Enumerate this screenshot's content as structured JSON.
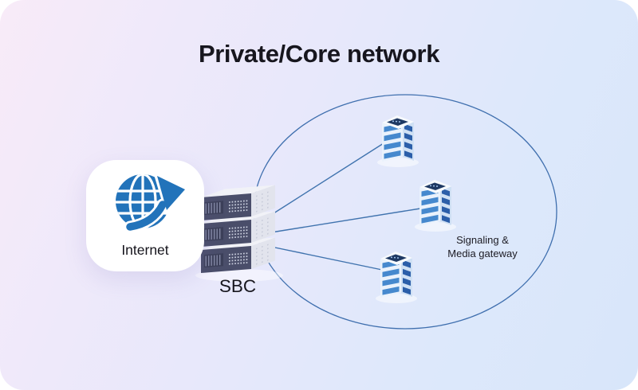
{
  "title": "Private/Core network",
  "internet_node": {
    "label": "Internet",
    "icon": "globe-arrow-icon"
  },
  "sbc_node": {
    "label": "SBC",
    "unit_count": 3
  },
  "core_network": {
    "gateway_label": "Signaling &\nMedia gateway",
    "server_count": 3
  },
  "colors": {
    "background_gradient_start": "#f8ebf8",
    "background_gradient_end": "#d8e6fa",
    "accent_blue": "#2273ba",
    "line_blue": "#4073ae",
    "ellipse_blue": "#3f6fae",
    "server_front_navy": "#4a4e6a",
    "tower_stripe_light": "#4689ce",
    "tower_stripe_dark": "#2b5ea9",
    "text_dark": "#17161e"
  }
}
